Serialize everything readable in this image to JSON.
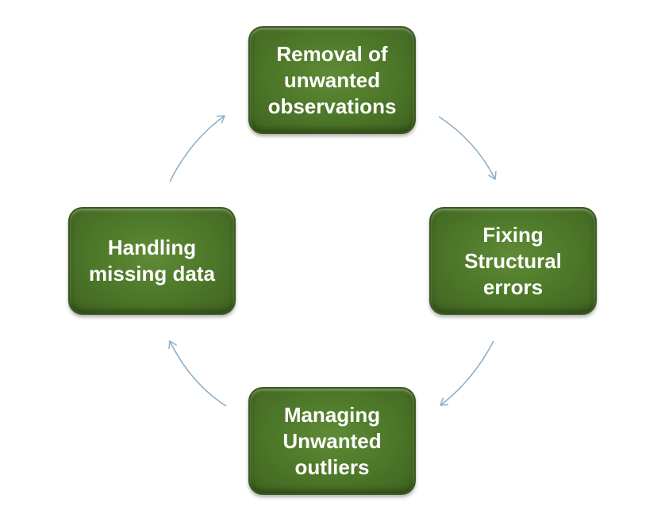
{
  "diagram": {
    "type": "cycle",
    "accent_color": "#4f7a2a",
    "arrow_color": "#8fb0c8",
    "nodes": [
      {
        "id": "top",
        "label": "Removal of\nunwanted\nobservations"
      },
      {
        "id": "right",
        "label": "Fixing\nStructural\nerrors"
      },
      {
        "id": "bottom",
        "label": "Managing\nUnwanted\noutliers"
      },
      {
        "id": "left",
        "label": "Handling\nmissing data"
      }
    ],
    "edges": [
      {
        "from": "top",
        "to": "right"
      },
      {
        "from": "right",
        "to": "bottom"
      },
      {
        "from": "bottom",
        "to": "left"
      },
      {
        "from": "left",
        "to": "top"
      }
    ]
  }
}
